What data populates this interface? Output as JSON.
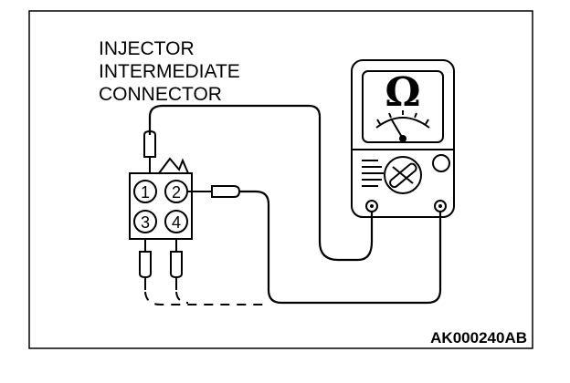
{
  "connector_label": [
    "INJECTOR",
    "INTERMEDIATE",
    "CONNECTOR"
  ],
  "figure_code": "AK000240AB",
  "meter_symbol": "Ω",
  "pins": [
    "1",
    "2",
    "3",
    "4"
  ],
  "colors": {
    "line": "#000000",
    "background": "#ffffff"
  }
}
